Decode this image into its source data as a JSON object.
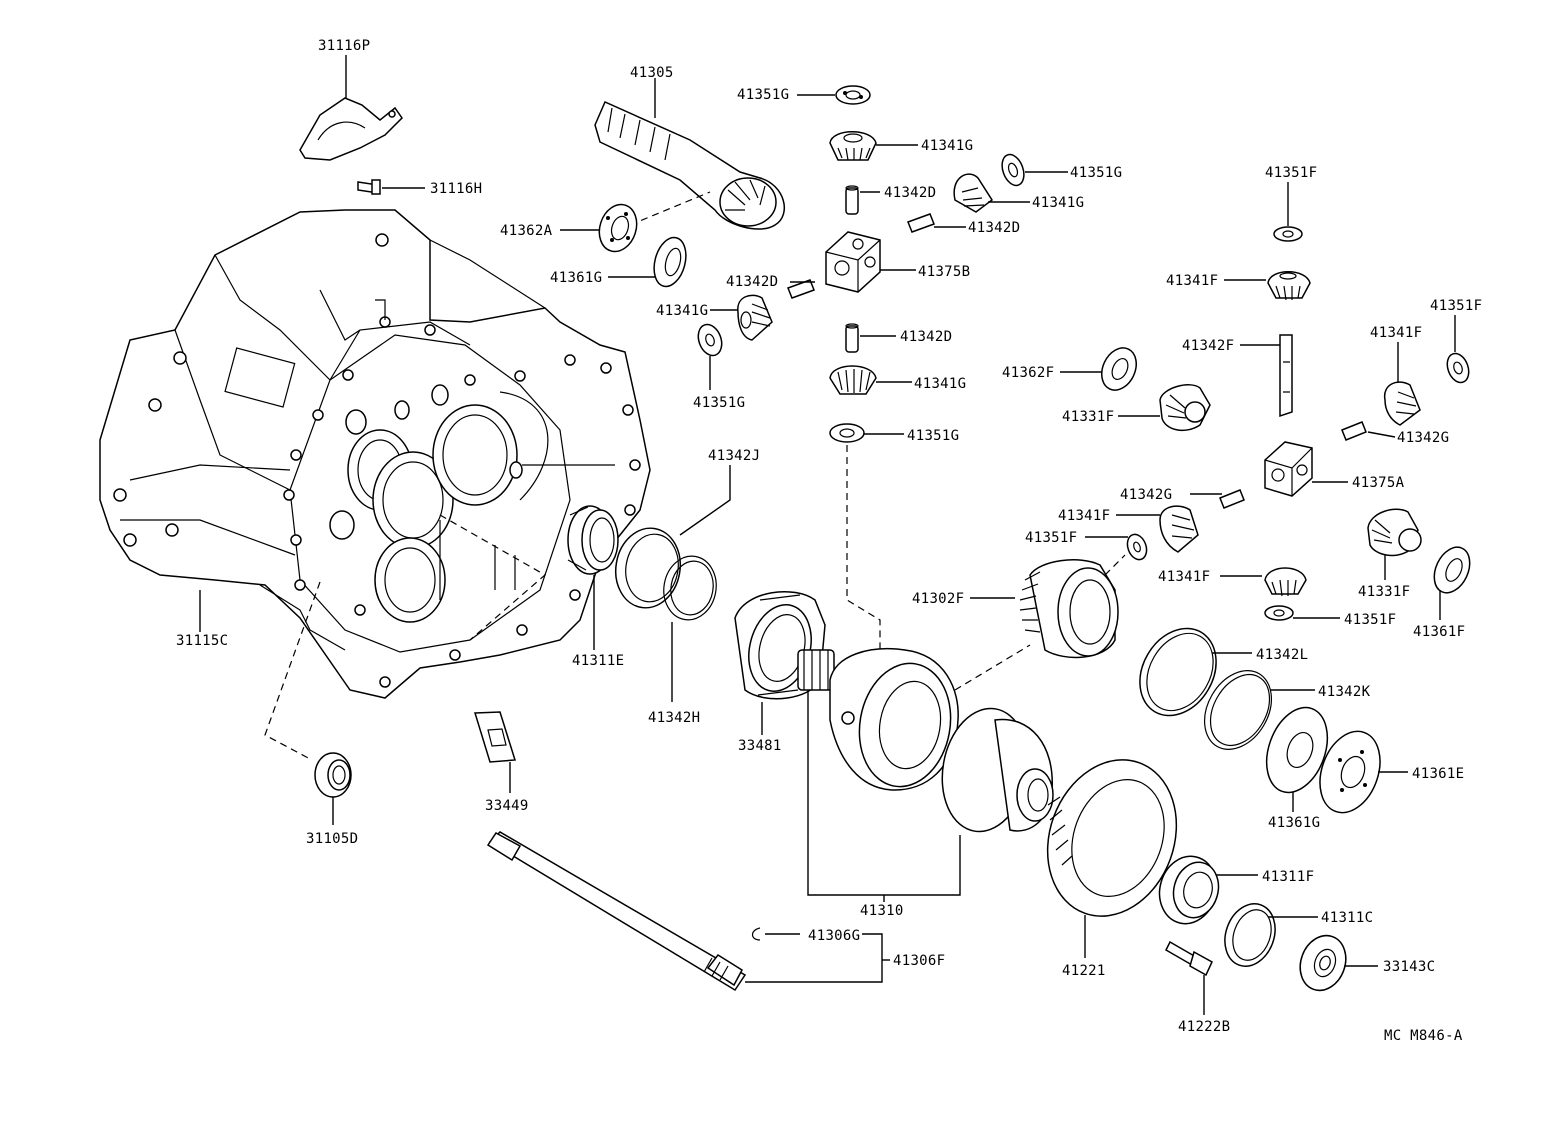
{
  "diagram_ref": "MC M846-A",
  "labels": {
    "p31116P": "31116P",
    "p31116H": "31116H",
    "p31115C": "31115C",
    "p31105D": "31105D",
    "p33449": "33449",
    "p41305": "41305",
    "p41362A": "41362A",
    "p41361G_a": "41361G",
    "p41351G_1": "41351G",
    "p41341G_1": "41341G",
    "p41351G_2": "41351G",
    "p41342D_1": "41342D",
    "p41341G_2": "41341G",
    "p41342D_2": "41342D",
    "p41375B": "41375B",
    "p41342D_3": "41342D",
    "p41341G_3": "41341G",
    "p41351G_3": "41351G",
    "p41342D_4": "41342D",
    "p41341G_4": "41341G",
    "p41351G_4": "41351G",
    "p41342J": "41342J",
    "p41311E": "41311E",
    "p41342H": "41342H",
    "p33481": "33481",
    "p41310": "41310",
    "p41306G": "41306G",
    "p41306F": "41306F",
    "p41302F": "41302F",
    "p41221": "41221",
    "p41222B": "41222B",
    "p41311F": "41311F",
    "p41311C": "41311C",
    "p33143C": "33143C",
    "p41351F_1": "41351F",
    "p41341F_1": "41341F",
    "p41342F": "41342F",
    "p41362F": "41362F",
    "p41331F_1": "41331F",
    "p41341F_2": "41341F",
    "p41351F_2": "41351F",
    "p41342G_1": "41342G",
    "p41375A": "41375A",
    "p41342G_2": "41342G",
    "p41341F_3": "41341F",
    "p41351F_3": "41351F",
    "p41341F_4": "41341F",
    "p41331F_2": "41331F",
    "p41351F_4": "41351F",
    "p41361F": "41361F",
    "p41342L": "41342L",
    "p41342K": "41342K",
    "p41361E": "41361E",
    "p41361G_b": "41361G"
  }
}
